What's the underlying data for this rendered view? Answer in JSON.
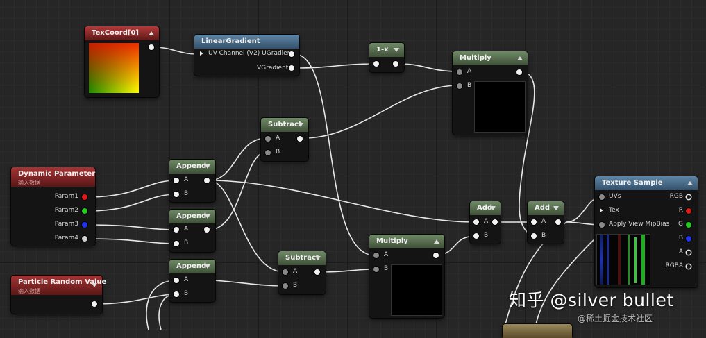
{
  "nodes": {
    "texcoord": {
      "title": "TexCoord[0]"
    },
    "linear_gradient": {
      "title": "LinearGradient",
      "outputs": [
        "UV Channel (V2) UGradient",
        "VGradient"
      ]
    },
    "one_minus_x": {
      "title": "1-x"
    },
    "multiply_top": {
      "title": "Multiply",
      "inputs": [
        "A",
        "B"
      ]
    },
    "subtract_top": {
      "title": "Subtract",
      "inputs": [
        "A",
        "B"
      ]
    },
    "dynamic_parameter": {
      "title": "Dynamic Parameter",
      "subtitle": "输入数据",
      "outputs": [
        "Param1",
        "Param2",
        "Param3",
        "Param4"
      ]
    },
    "append_1": {
      "title": "Append",
      "inputs": [
        "A",
        "B"
      ]
    },
    "append_2": {
      "title": "Append",
      "inputs": [
        "A",
        "B"
      ]
    },
    "append_3": {
      "title": "Append",
      "inputs": [
        "A",
        "B"
      ]
    },
    "add_1": {
      "title": "Add",
      "inputs": [
        "A",
        "B"
      ]
    },
    "add_2": {
      "title": "Add",
      "inputs": [
        "A",
        "B"
      ]
    },
    "texture_sample": {
      "title": "Texture Sample",
      "inputs": [
        "UVs",
        "Tex",
        "Apply View MipBias"
      ],
      "outputs": [
        "RGB",
        "R",
        "G",
        "B",
        "A",
        "RGBA"
      ]
    },
    "multiply_bottom": {
      "title": "Multiply",
      "inputs": [
        "A",
        "B"
      ]
    },
    "subtract_bottom": {
      "title": "Subtract",
      "inputs": [
        "A",
        "B"
      ]
    },
    "particle_random": {
      "title": "Particle Random Value",
      "subtitle": "输入数据"
    }
  },
  "watermark": {
    "text": "知乎 @silver bullet",
    "site": "@稀土掘金技术社区"
  }
}
